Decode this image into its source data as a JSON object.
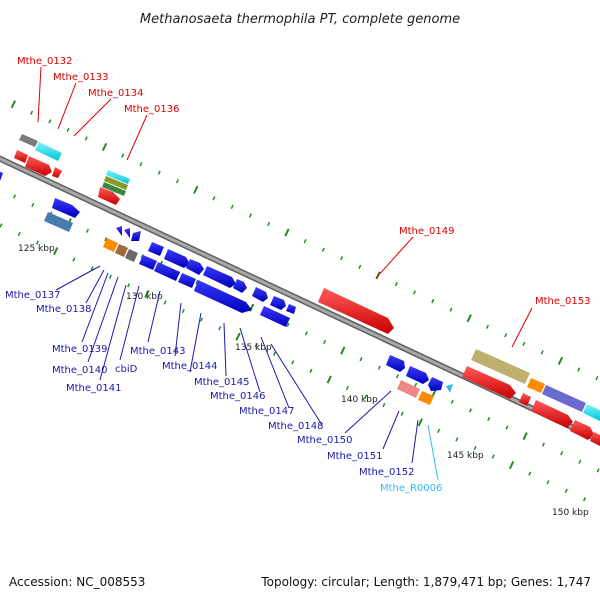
{
  "title": "Methanosaeta thermophila PT, complete genome",
  "footer": {
    "accession": "Accession: NC_008553",
    "summary": "Topology: circular; Length: 1,879,471 bp; Genes: 1,747"
  },
  "colors": {
    "backbone": "#8a8a8a",
    "tick": "#228b22",
    "label_red": "#dd0000",
    "label_blue": "#1a1aa8",
    "label_cyan": "#33bbee"
  },
  "kbp_labels": [
    "125 kbp",
    "130 kbp",
    "135 kbp",
    "140 kbp",
    "145 kbp",
    "150 kbp"
  ],
  "gene_labels": [
    {
      "text": "Mthe_0132",
      "color": "label_red"
    },
    {
      "text": "Mthe_0133",
      "color": "label_red"
    },
    {
      "text": "Mthe_0134",
      "color": "label_red"
    },
    {
      "text": "Mthe_0136",
      "color": "label_red"
    },
    {
      "text": "Mthe_0149",
      "color": "label_red"
    },
    {
      "text": "Mthe_0153",
      "color": "label_red"
    },
    {
      "text": "Mthe_0137",
      "color": "label_blue"
    },
    {
      "text": "Mthe_0138",
      "color": "label_blue"
    },
    {
      "text": "Mthe_0139",
      "color": "label_blue"
    },
    {
      "text": "Mthe_0140",
      "color": "label_blue"
    },
    {
      "text": "Mthe_0141",
      "color": "label_blue"
    },
    {
      "text": "cbiD",
      "color": "label_blue"
    },
    {
      "text": "Mthe_0143",
      "color": "label_blue"
    },
    {
      "text": "Mthe_0144",
      "color": "label_blue"
    },
    {
      "text": "Mthe_0145",
      "color": "label_blue"
    },
    {
      "text": "Mthe_0146",
      "color": "label_blue"
    },
    {
      "text": "Mthe_0147",
      "color": "label_blue"
    },
    {
      "text": "Mthe_0148",
      "color": "label_blue"
    },
    {
      "text": "Mthe_0150",
      "color": "label_blue"
    },
    {
      "text": "Mthe_0151",
      "color": "label_blue"
    },
    {
      "text": "Mthe_0152",
      "color": "label_blue"
    },
    {
      "text": "Mthe_R0006",
      "color": "label_cyan"
    }
  ]
}
